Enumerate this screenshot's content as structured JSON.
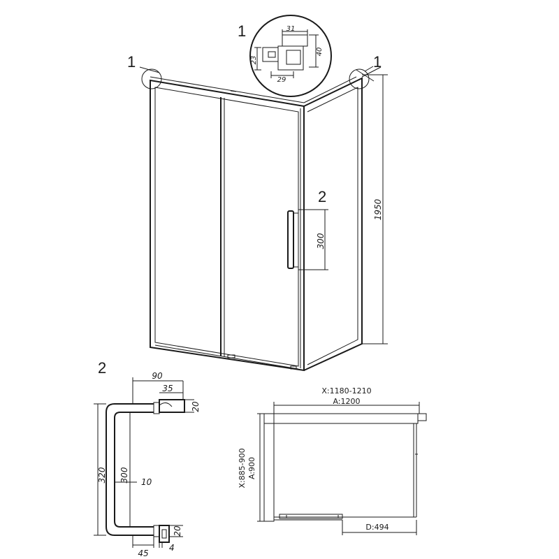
{
  "callouts": {
    "detail_1_top": "1",
    "detail_1_left": "1",
    "detail_1_right": "1",
    "handle_ref": "2",
    "handle_detail": "2"
  },
  "profile_detail": {
    "width_top": "31",
    "height_right": "40",
    "height_left": "23",
    "width_bottom": "29"
  },
  "enclosure": {
    "height": "1950",
    "handle_length": "300"
  },
  "handle": {
    "width_total": "90",
    "mount_width": "35",
    "mount_height_top": "20",
    "mount_height_bottom": "20",
    "length_overall": "320",
    "length_inner": "300",
    "bar_diameter": "10",
    "depth_bottom": "45",
    "offset_small": "4"
  },
  "plan": {
    "x_range": "X:1180-1210",
    "a_width": "A:1200",
    "x_side": "X:885-900",
    "a_side": "A:900",
    "door_opening": "D:494"
  }
}
